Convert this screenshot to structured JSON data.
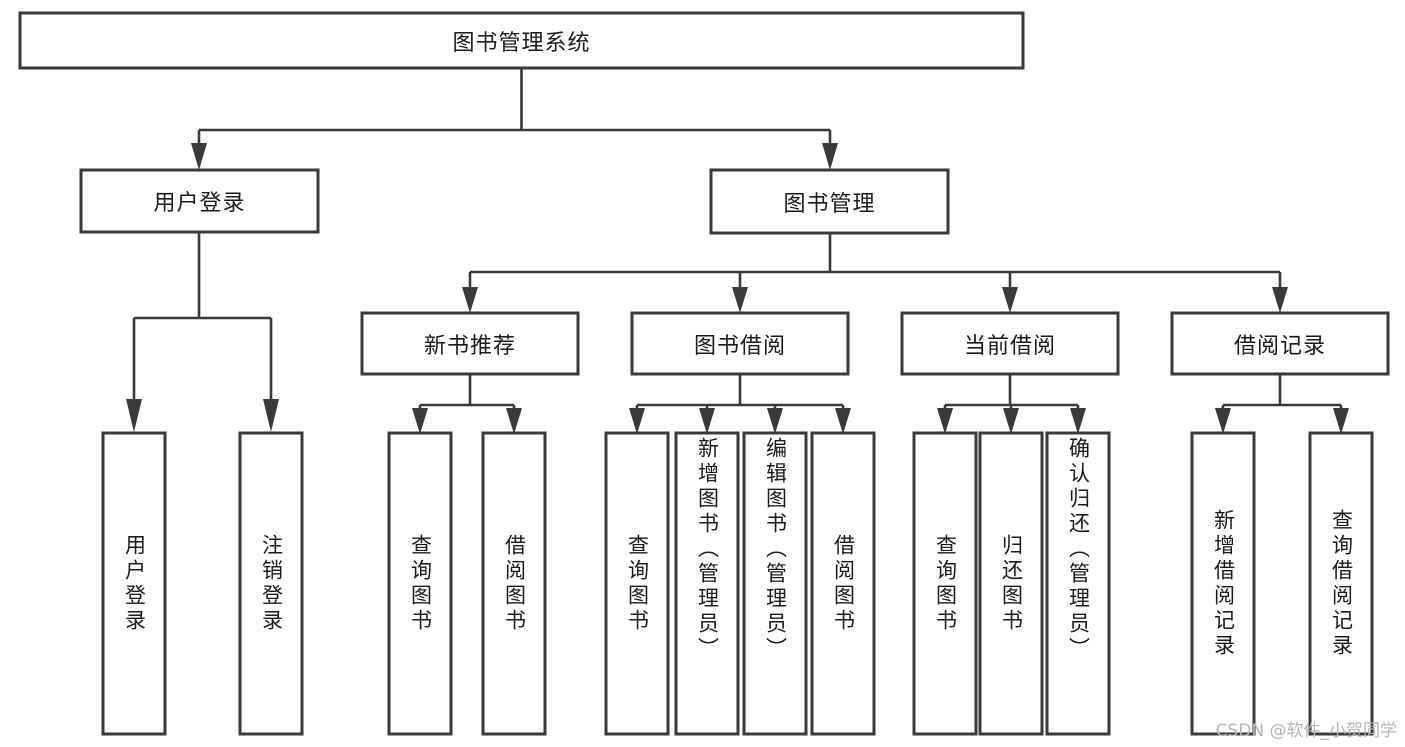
{
  "diagram": {
    "title": "图书管理系统",
    "type": "tree",
    "orientation": "top-down",
    "colors": {
      "box_stroke": "#3a3a3a",
      "box_fill": "#ffffff",
      "connector": "#3a3a3a",
      "text": "#1b1b1b",
      "watermark": "#b6b6b6",
      "background": "#ffffff"
    },
    "root": {
      "label": "图书管理系统"
    },
    "level2": [
      {
        "label": "用户登录"
      },
      {
        "label": "图书管理"
      }
    ],
    "level3": [
      {
        "label": "新书推荐"
      },
      {
        "label": "图书借阅"
      },
      {
        "label": "当前借阅"
      },
      {
        "label": "借阅记录"
      }
    ],
    "leaves": {
      "user_login": [
        {
          "label": "用户登录"
        },
        {
          "label": "注销登录"
        }
      ],
      "new_book_recommend": [
        {
          "label": "查询图书"
        },
        {
          "label": "借阅图书"
        }
      ],
      "book_borrow": [
        {
          "label": "查询图书"
        },
        {
          "label": "新增图书（管理员）"
        },
        {
          "label": "编辑图书（管理员）"
        },
        {
          "label": "借阅图书"
        }
      ],
      "current_borrow": [
        {
          "label": "查询图书"
        },
        {
          "label": "归还图书"
        },
        {
          "label": "确认归还（管理员）"
        }
      ],
      "borrow_record": [
        {
          "label": "新增借阅记录"
        },
        {
          "label": "查询借阅记录"
        }
      ]
    },
    "watermark": "CSDN @软件_小贺同学"
  }
}
